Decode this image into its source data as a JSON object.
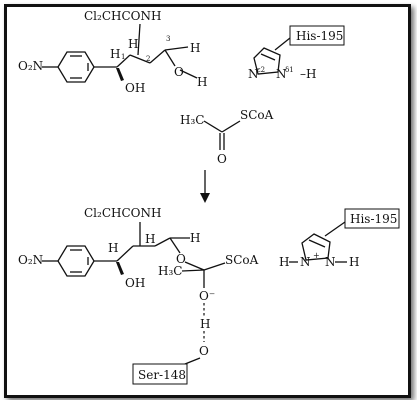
{
  "top": {
    "subst": "Cl₂CHCONH",
    "nitro": "O₂N",
    "c1": "1",
    "c2": "2",
    "c3": "3",
    "h1": "H",
    "h2": "H",
    "h3": "H",
    "oh": "OH",
    "o": "O",
    "h_hydroxyl": "H",
    "his_label": "His-195",
    "n_e2": "N",
    "e2_sup": "ε2",
    "n_d1": "N",
    "d1_sup": "δ1",
    "n_h": "–H"
  },
  "acetyl": {
    "h3c": "H₃C",
    "scoa": "SCoA",
    "o": "O"
  },
  "bottom": {
    "subst": "Cl₂CHCONH",
    "nitro": "O₂N",
    "h1": "H",
    "h2": "H",
    "h3": "H",
    "oh": "OH",
    "o": "O",
    "h3c": "H₃C",
    "scoa": "SCoA",
    "o_minus": "O⁻",
    "h_bridge": "H",
    "o_ser": "O",
    "ser_label": "Ser-148",
    "his_label": "His-195",
    "h_left": "H",
    "n_left": "N",
    "plus": "+",
    "n_right": "N",
    "h_right": "H"
  }
}
